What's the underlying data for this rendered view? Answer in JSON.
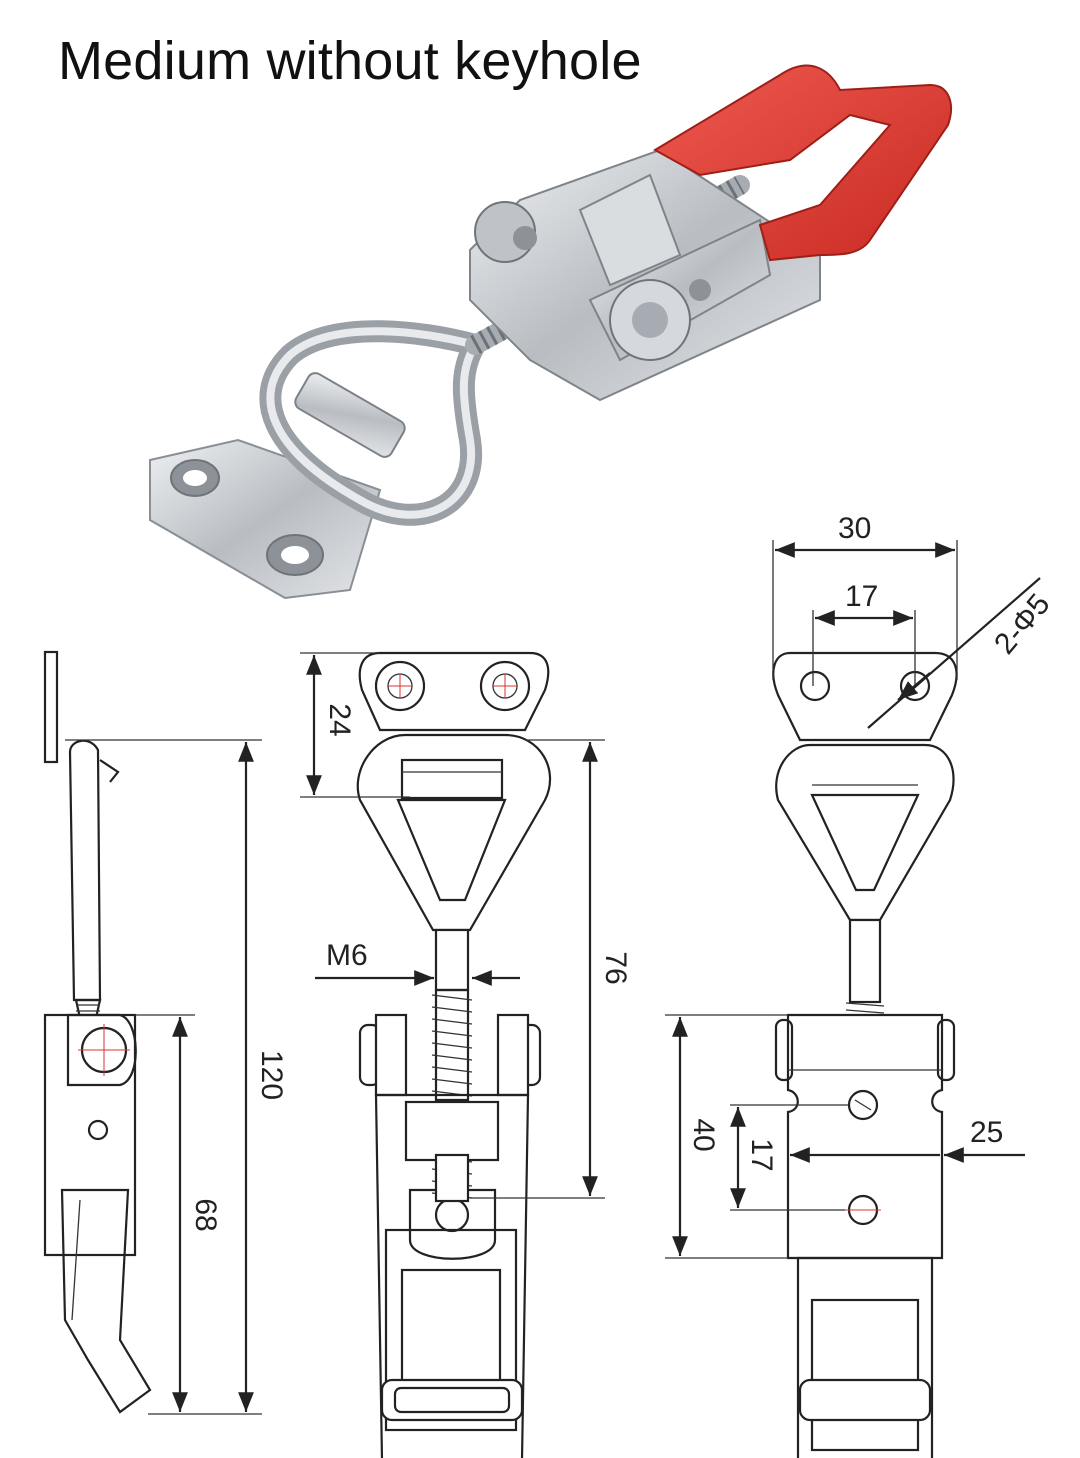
{
  "title": "Medium without keyhole",
  "dimensions": {
    "top_width": "30",
    "hole_spacing": "17",
    "hole_spec": "2-Φ5",
    "plate_height": "24",
    "thread": "M6",
    "loop_to_pivot": "76",
    "overall_length": "120",
    "handle_length": "68",
    "body_height": "40",
    "body_hole_spacing": "17",
    "body_width": "25"
  },
  "colors": {
    "handle_grip": "#d93a32",
    "steel": "#c9ccd0",
    "line": "#222222"
  }
}
